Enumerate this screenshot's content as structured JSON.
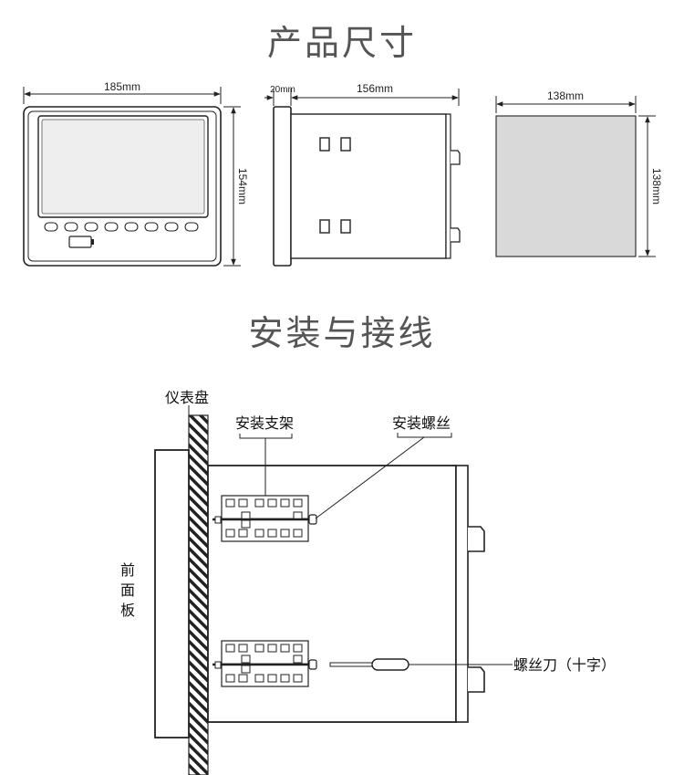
{
  "headings": {
    "dimensions": "产品尺寸",
    "installation": "安装与接线"
  },
  "dimensions": {
    "front_width": "185mm",
    "front_height": "154mm",
    "bezel_depth": "20mm",
    "body_depth": "156mm",
    "cutout_width": "138mm",
    "cutout_height": "138mm"
  },
  "labels": {
    "panel": "仪表盘",
    "bracket": "安装支架",
    "screw": "安装螺丝",
    "front_panel_1": "前",
    "front_panel_2": "面",
    "front_panel_3": "板",
    "screwdriver": "螺丝刀（十字）"
  },
  "colors": {
    "line": "#222222",
    "screen_fill": "#eeeeee",
    "cutout_fill": "#d9d9d9",
    "heading": "#555555"
  }
}
